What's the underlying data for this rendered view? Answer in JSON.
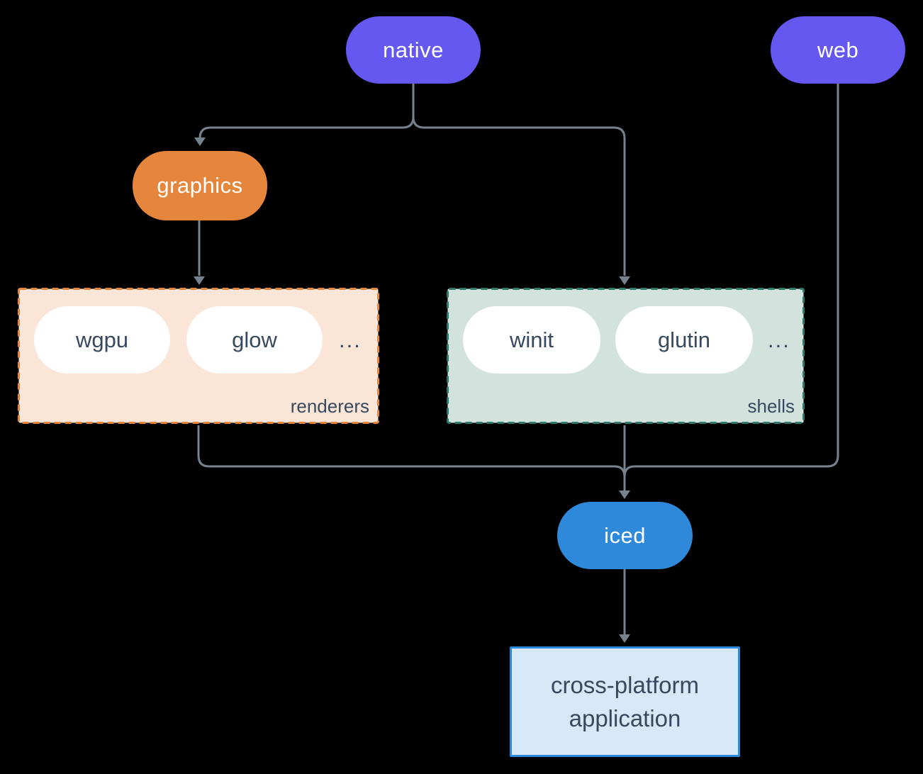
{
  "canvas": {
    "background": "#000000",
    "connector_color": "#76828E"
  },
  "nodes": {
    "native": {
      "label": "native",
      "fill": "#6458F0",
      "text_color": "#FFFFFF"
    },
    "web": {
      "label": "web",
      "fill": "#6458F0",
      "text_color": "#FFFFFF"
    },
    "graphics": {
      "label": "graphics",
      "fill": "#E6853C",
      "text_color": "#FFFFFF"
    },
    "iced": {
      "label": "iced",
      "fill": "#2F89DB",
      "text_color": "#FFFFFF"
    },
    "application": {
      "lines": [
        "cross-platform",
        "application"
      ],
      "fill": "#D7E8F9",
      "border": "#2F89DB",
      "text_color": "#36495E"
    }
  },
  "groups": {
    "renderers": {
      "label": "renderers",
      "items": [
        "wgpu",
        "glow"
      ],
      "ellipsis": "...",
      "fill": "#FAE5D7",
      "border": "#E6853C",
      "item_text_color": "#36495E"
    },
    "shells": {
      "label": "shells",
      "items": [
        "winit",
        "glutin"
      ],
      "ellipsis": "...",
      "fill": "#D2E3DD",
      "border": "#2F7A6B",
      "item_text_color": "#36495E"
    }
  }
}
